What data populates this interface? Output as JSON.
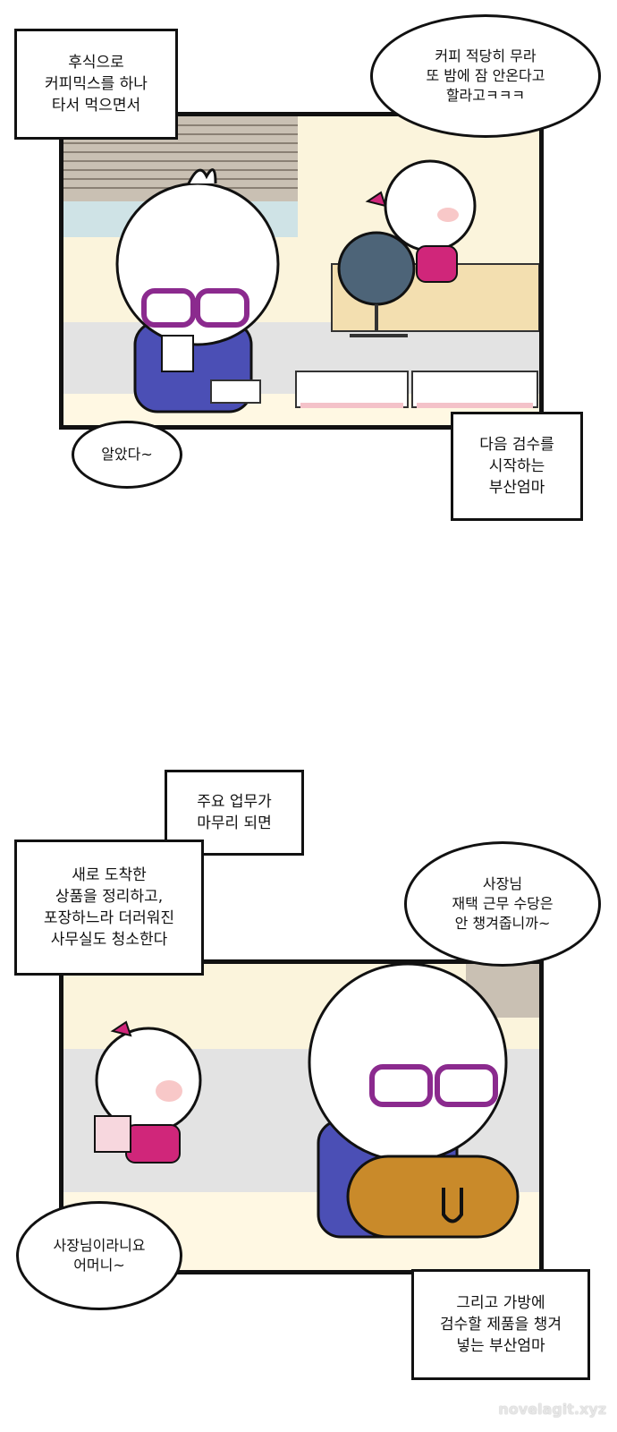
{
  "panel1": {
    "caption_top_left": "후식으로\n커피믹스를 하나\n타서 먹으면서",
    "bubble_girl": "커피 적당히 무라\n또 밤에 잠 안온다고\n할라고ㅋㅋㅋ",
    "bubble_mom": "알았다~",
    "caption_bottom_right": "다음 검수를\n시작하는\n부산엄마"
  },
  "panel2": {
    "caption_top": "주요 업무가\n마무리 되면",
    "caption_left": "새로 도착한\n상품을 정리하고,\n포장하느라 더러워진\n사무실도 청소한다",
    "bubble_mom": "사장님\n재택 근무 수당은\n안 챙겨줍니까~",
    "bubble_girl": "사장님이라니요\n어머니~",
    "caption_bottom_right": "그리고 가방에\n검수할 제품을 챙겨\n넣는 부산엄마"
  },
  "watermark": "novelagit.xyz",
  "colors": {
    "glasses": "#8b2a8e",
    "girl_shirt": "#d0267a",
    "bag": "#c98a2a",
    "chair": "#4d6478",
    "floral": "#4b4fb5"
  }
}
